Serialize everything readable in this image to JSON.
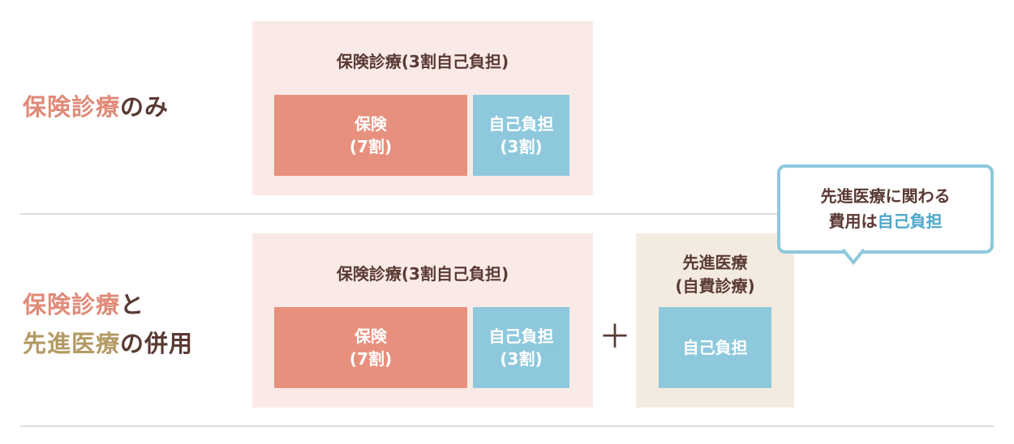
{
  "row1": {
    "title_part1": "保険診療",
    "title_part2": "のみ",
    "panel_title": "保険診療(3割自己負担)",
    "insurance_line1": "保険",
    "insurance_line2": "(7割)",
    "self_line1": "自己負担",
    "self_line2": "(3割)"
  },
  "row2": {
    "title_line1_part1": "保険診療",
    "title_line1_part2": "と",
    "title_line2_part1": "先進医療",
    "title_line2_part2": "の併用",
    "panel_title": "保険診療(3割自己負担)",
    "insurance_line1": "保険",
    "insurance_line2": "(7割)",
    "self_line1": "自己負担",
    "self_line2": "(3割)",
    "plus": "＋",
    "advanced_title_line1": "先進医療",
    "advanced_title_line2": "(自費診療)",
    "advanced_box": "自己負担"
  },
  "callout": {
    "line1": "先進医療に関わる",
    "line2_part1": "費用は",
    "line2_part2": "自己負担"
  },
  "colors": {
    "salmon": "#e8907e",
    "blue": "#8ec8dc",
    "pink_panel": "#faeae7",
    "beige_panel": "#f4ebe0",
    "gold_text": "#b39a64",
    "dark_text": "#5a3a34"
  }
}
